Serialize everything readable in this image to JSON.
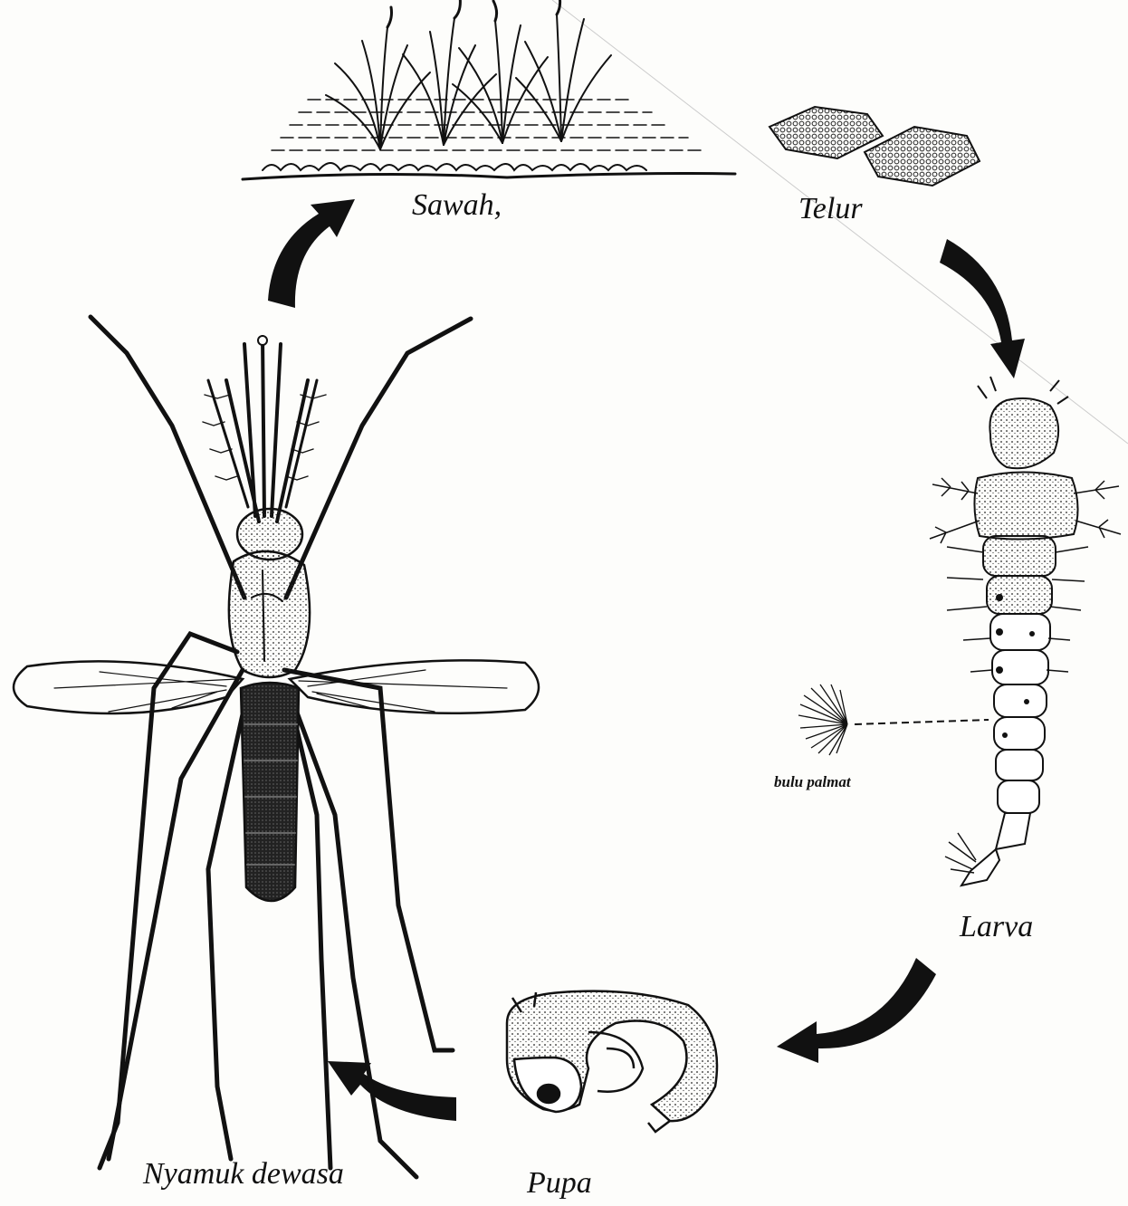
{
  "diagram": {
    "stages": {
      "sawah": "Sawah,",
      "telur": "Telur",
      "larva": "Larva",
      "pupa": "Pupa",
      "nyamuk_dewasa": "Nyamuk dewasa"
    },
    "annotation": "bulu palmat",
    "ink_color": "#111111",
    "paper_color": "#fdfdfb"
  }
}
